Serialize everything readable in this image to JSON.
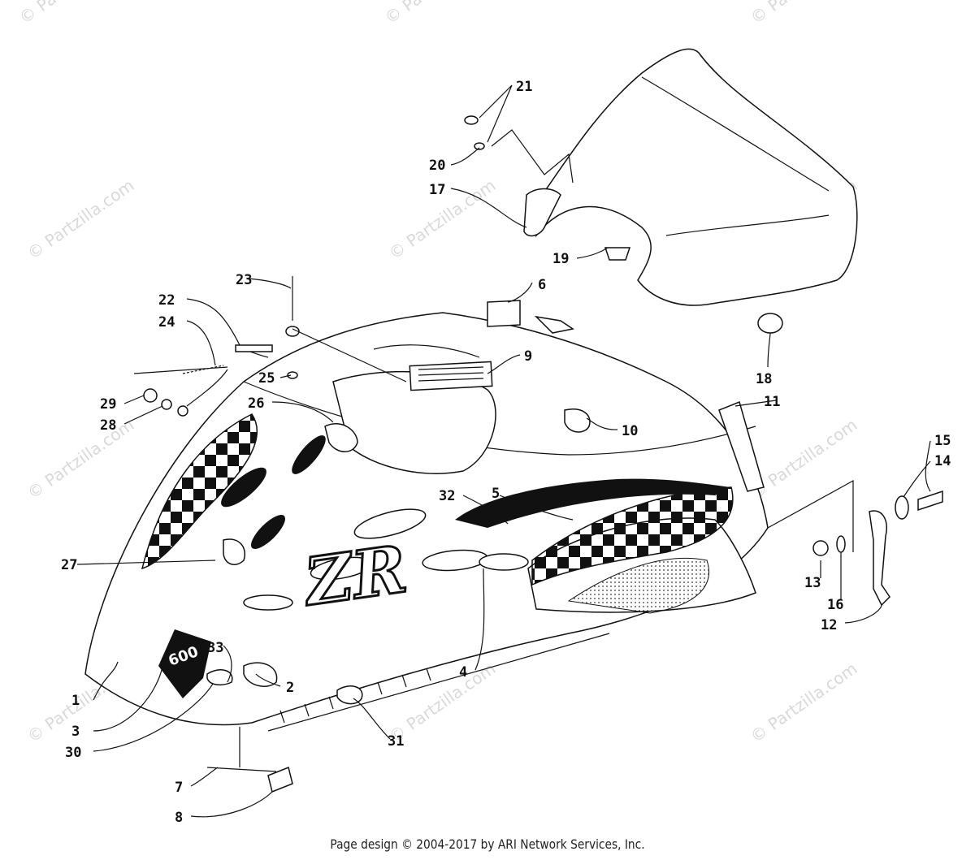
{
  "watermark": "© Partzilla.com",
  "footer": "Page design © 2004-2017 by ARI Network Services, Inc.",
  "decals": {
    "badge_text": "600",
    "model_letters": "ZR"
  },
  "part_labels": [
    "1",
    "2",
    "3",
    "4",
    "5",
    "6",
    "7",
    "8",
    "9",
    "10",
    "11",
    "12",
    "13",
    "14",
    "15",
    "16",
    "17",
    "18",
    "19",
    "20",
    "21",
    "22",
    "23",
    "24",
    "25",
    "26",
    "27",
    "28",
    "29",
    "30",
    "31",
    "32",
    "33"
  ],
  "colors": {
    "ink": "#111111",
    "watermark": "#d9d9d9"
  }
}
